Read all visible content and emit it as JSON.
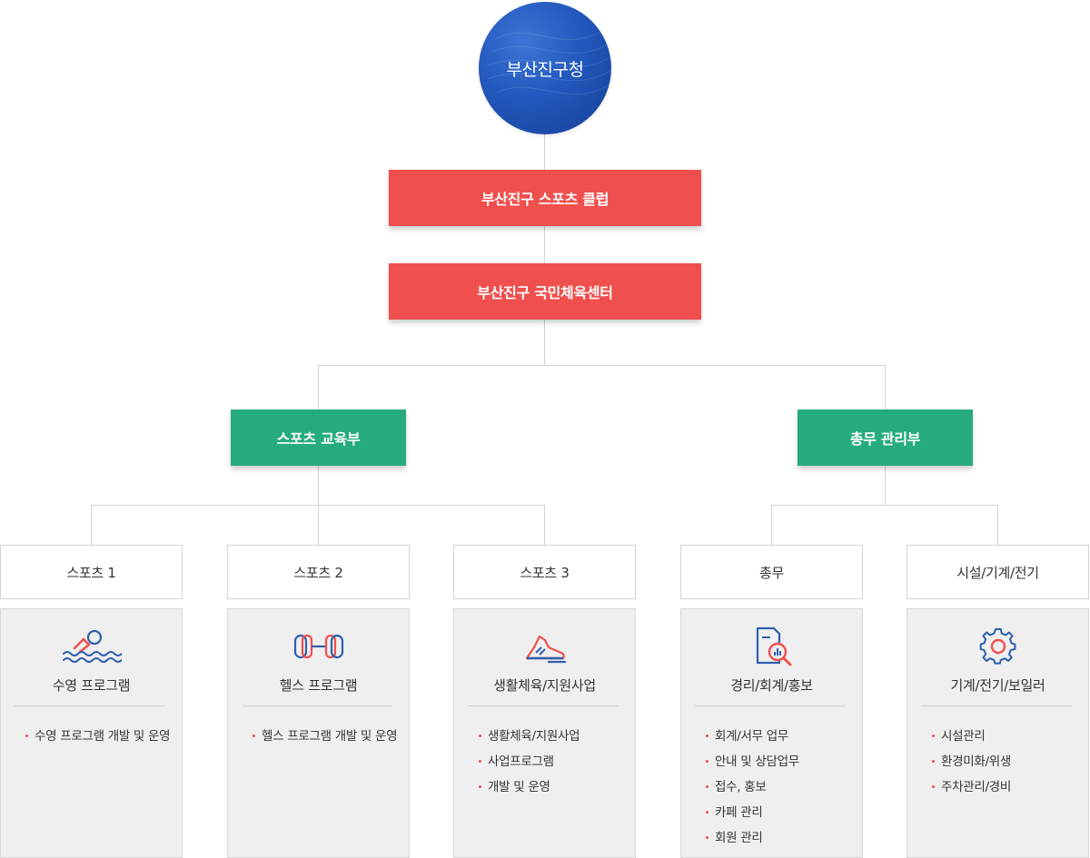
{
  "colors": {
    "root_blue": "#2258bd",
    "accent_red": "#ef4f4d",
    "accent_green": "#25ab7c",
    "icon_blue": "#2f5fae",
    "line_gray": "#d2d2d2"
  },
  "root": {
    "label": "부산진구청"
  },
  "level1": {
    "label": "부산진구 스포츠 클럽"
  },
  "level2": {
    "label": "부산진구 국민체육센터"
  },
  "divisions": [
    {
      "label": "스포츠 교육부"
    },
    {
      "label": "총무 관리부"
    }
  ],
  "departments": [
    {
      "name": "스포츠 1",
      "icon": "swimmer-icon",
      "title": "수영 프로그램",
      "items": [
        "수영 프로그램 개발 및 운영"
      ]
    },
    {
      "name": "스포츠 2",
      "icon": "dumbbell-icon",
      "title": "헬스 프로그램",
      "items": [
        "헬스 프로그램 개발 및 운영"
      ]
    },
    {
      "name": "스포츠 3",
      "icon": "sneaker-icon",
      "title": "생활체육/지원사업",
      "items": [
        "생활체육/지원사업",
        "사업프로그램",
        "개발 및 운영"
      ]
    },
    {
      "name": "총무",
      "icon": "report-magnifier-icon",
      "title": "경리/회계/홍보",
      "items": [
        "회계/서무 업무",
        "안내 및 상담업무",
        "접수, 홍보",
        "카페 관리",
        "회원 관리"
      ]
    },
    {
      "name": "시설/기계/전기",
      "icon": "gear-icon",
      "title": "기계/전기/보일러",
      "items": [
        "시설관리",
        "환경미화/위생",
        "주차관리/경비"
      ]
    }
  ]
}
